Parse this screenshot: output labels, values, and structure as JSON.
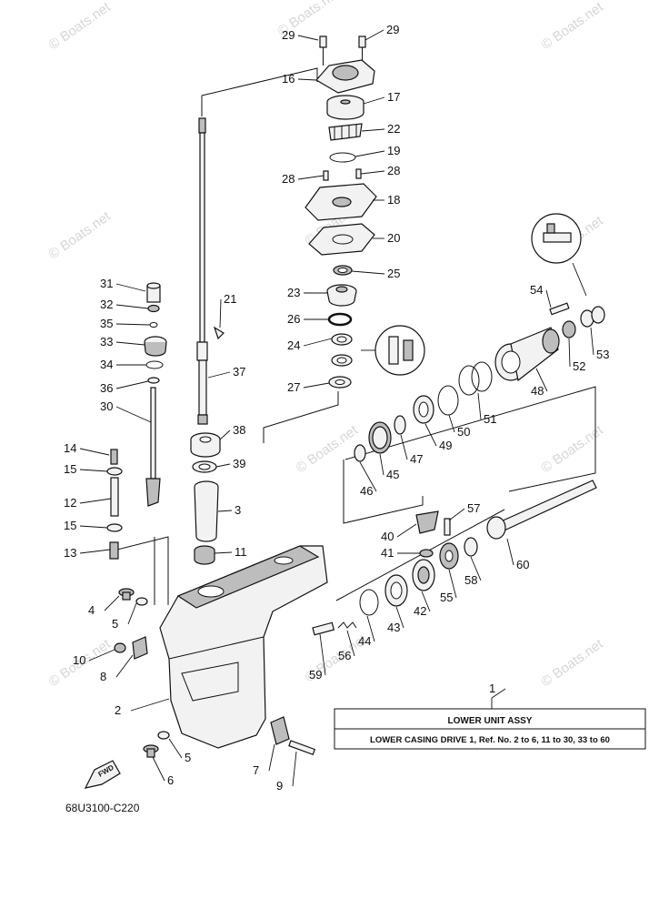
{
  "diagram": {
    "drawing_code": "68U3100-C220",
    "watermark": "© Boats.net",
    "fwd_label": "FWD",
    "assembly": {
      "ref_number": "1",
      "title": "LOWER UNIT ASSY",
      "description": "LOWER CASING DRIVE 1, Ref. No. 2 to 6, 11 to 30, 33 to 60"
    },
    "callouts": [
      {
        "id": "c29a",
        "label": "29"
      },
      {
        "id": "c29b",
        "label": "29"
      },
      {
        "id": "c16",
        "label": "16"
      },
      {
        "id": "c17",
        "label": "17"
      },
      {
        "id": "c22",
        "label": "22"
      },
      {
        "id": "c19",
        "label": "19"
      },
      {
        "id": "c28a",
        "label": "28"
      },
      {
        "id": "c28b",
        "label": "28"
      },
      {
        "id": "c18",
        "label": "18"
      },
      {
        "id": "c20",
        "label": "20"
      },
      {
        "id": "c25",
        "label": "25"
      },
      {
        "id": "c23",
        "label": "23"
      },
      {
        "id": "c26",
        "label": "26"
      },
      {
        "id": "c24",
        "label": "24"
      },
      {
        "id": "c27",
        "label": "27"
      },
      {
        "id": "c31",
        "label": "31"
      },
      {
        "id": "c32",
        "label": "32"
      },
      {
        "id": "c35",
        "label": "35"
      },
      {
        "id": "c33",
        "label": "33"
      },
      {
        "id": "c34",
        "label": "34"
      },
      {
        "id": "c36",
        "label": "36"
      },
      {
        "id": "c30",
        "label": "30"
      },
      {
        "id": "c21",
        "label": "21"
      },
      {
        "id": "c37",
        "label": "37"
      },
      {
        "id": "c38",
        "label": "38"
      },
      {
        "id": "c39",
        "label": "39"
      },
      {
        "id": "c3",
        "label": "3"
      },
      {
        "id": "c11",
        "label": "11"
      },
      {
        "id": "c14",
        "label": "14"
      },
      {
        "id": "c15a",
        "label": "15"
      },
      {
        "id": "c12",
        "label": "12"
      },
      {
        "id": "c15b",
        "label": "15"
      },
      {
        "id": "c13",
        "label": "13"
      },
      {
        "id": "c4",
        "label": "4"
      },
      {
        "id": "c5a",
        "label": "5"
      },
      {
        "id": "c10",
        "label": "10"
      },
      {
        "id": "c8",
        "label": "8"
      },
      {
        "id": "c2",
        "label": "2"
      },
      {
        "id": "c5b",
        "label": "5"
      },
      {
        "id": "c6",
        "label": "6"
      },
      {
        "id": "c7",
        "label": "7"
      },
      {
        "id": "c9",
        "label": "9"
      },
      {
        "id": "c54",
        "label": "54"
      },
      {
        "id": "c53",
        "label": "53"
      },
      {
        "id": "c52",
        "label": "52"
      },
      {
        "id": "c48",
        "label": "48"
      },
      {
        "id": "c51",
        "label": "51"
      },
      {
        "id": "c50",
        "label": "50"
      },
      {
        "id": "c49",
        "label": "49"
      },
      {
        "id": "c47",
        "label": "47"
      },
      {
        "id": "c45",
        "label": "45"
      },
      {
        "id": "c46",
        "label": "46"
      },
      {
        "id": "c57",
        "label": "57"
      },
      {
        "id": "c40",
        "label": "40"
      },
      {
        "id": "c41",
        "label": "41"
      },
      {
        "id": "c60",
        "label": "60"
      },
      {
        "id": "c58",
        "label": "58"
      },
      {
        "id": "c55",
        "label": "55"
      },
      {
        "id": "c42",
        "label": "42"
      },
      {
        "id": "c43",
        "label": "43"
      },
      {
        "id": "c44",
        "label": "44"
      },
      {
        "id": "c56",
        "label": "56"
      },
      {
        "id": "c59",
        "label": "59"
      },
      {
        "id": "c1",
        "label": "1"
      }
    ]
  }
}
